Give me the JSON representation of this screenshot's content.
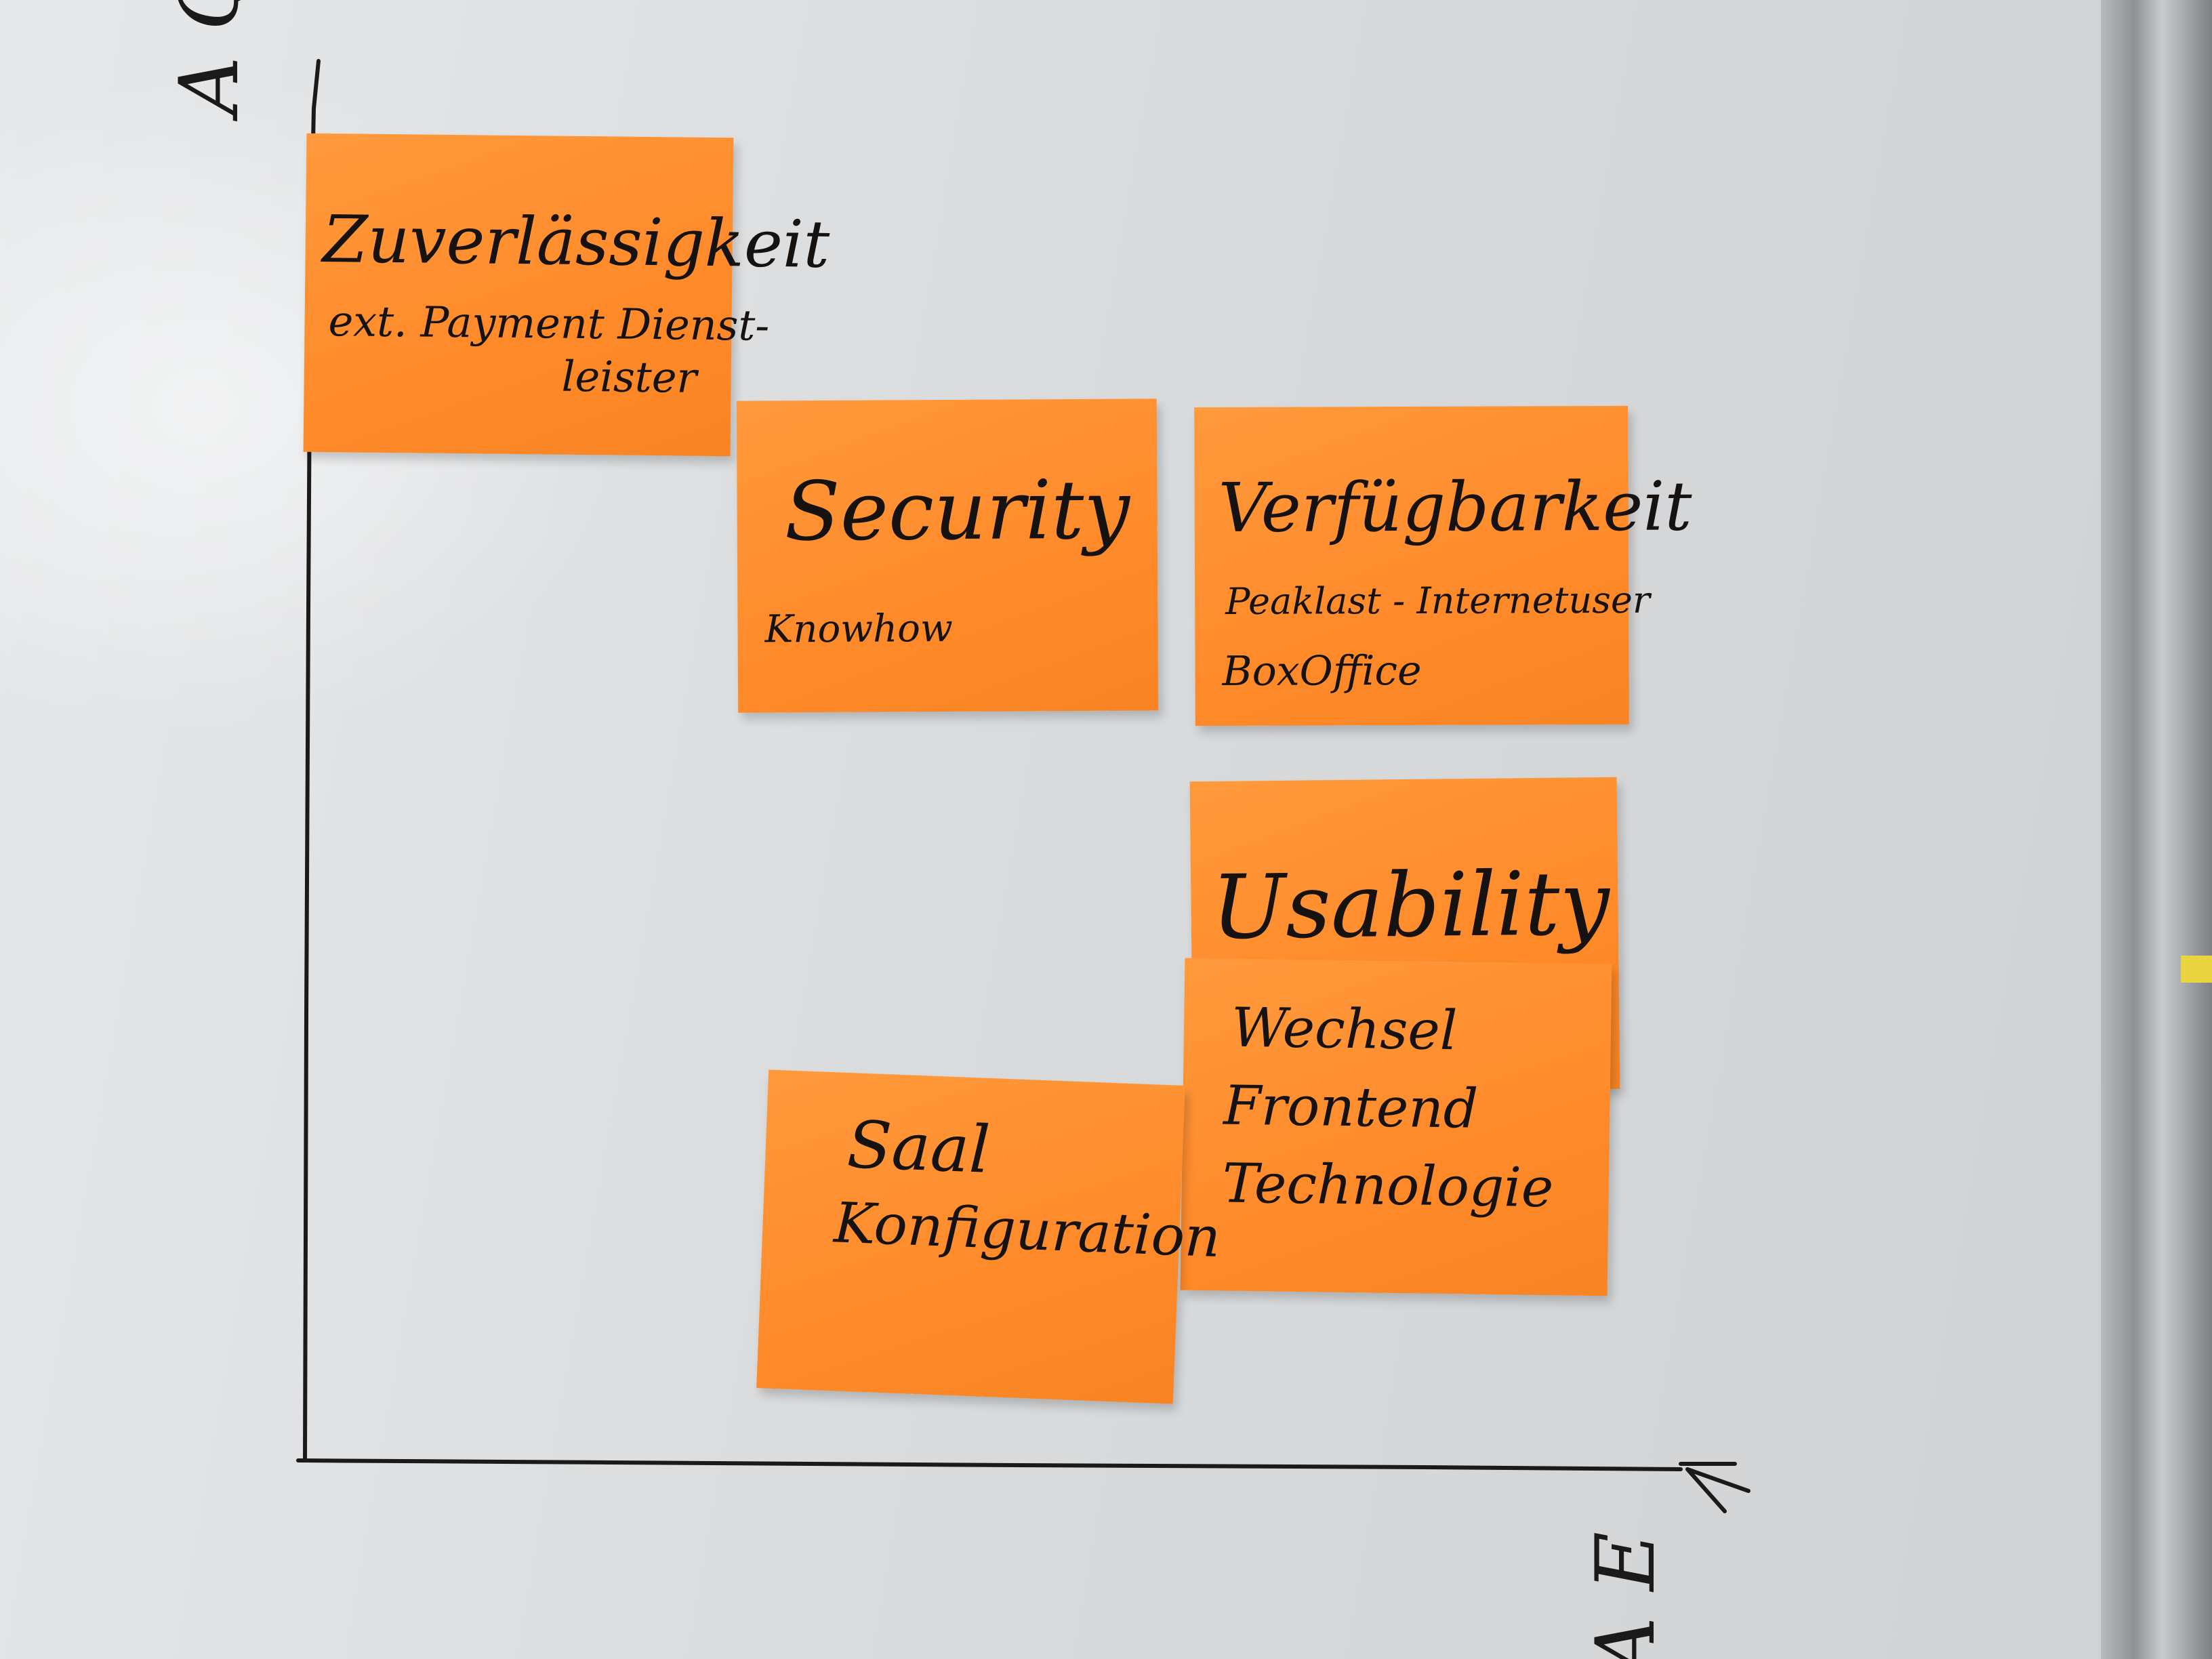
{
  "axes": {
    "y_label": "A Q",
    "x_label": "A E"
  },
  "notes": [
    {
      "title": "Zuverlässigkeit",
      "lines": [
        "ext. Payment Dienst-",
        "leister"
      ]
    },
    {
      "title": "Security",
      "lines": [
        "Knowhow"
      ]
    },
    {
      "title": "Verfügbarkeit",
      "lines": [
        "Peaklast - Internetuser",
        "BoxOffice"
      ]
    },
    {
      "title": "Usability",
      "lines": []
    },
    {
      "title": "",
      "lines": [
        "Wechsel",
        "Frontend",
        "Technologie"
      ]
    },
    {
      "title": "Saal",
      "lines": [
        "Konfiguration"
      ]
    }
  ],
  "colors": {
    "sticky_note": "#ff8a2a",
    "ink": "#161210",
    "board": "#dcdee0"
  }
}
